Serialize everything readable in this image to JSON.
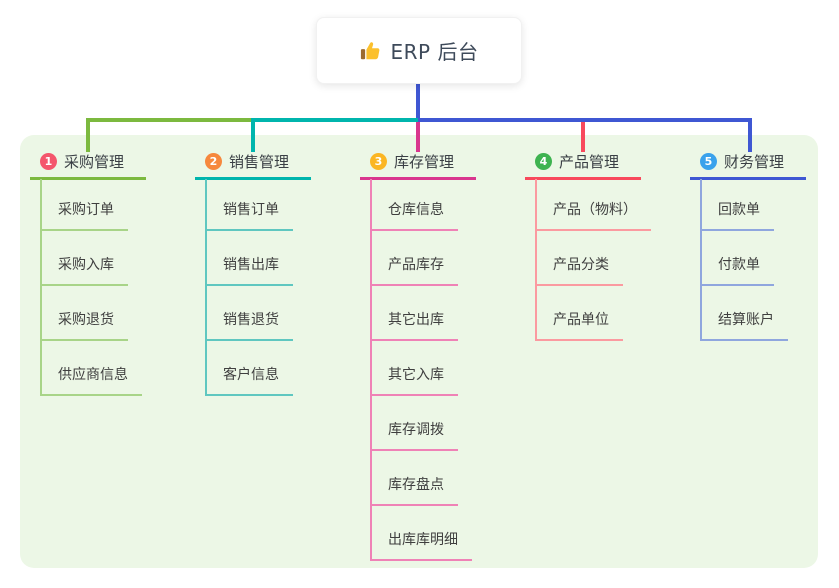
{
  "root": {
    "label": "ERP 后台",
    "icon": "thumbs-up",
    "stem_color": "#3f57d3"
  },
  "panel": {
    "background": "#ecf7e6"
  },
  "branches": [
    {
      "num": "1",
      "title": "采购管理",
      "badge_color": "#f4566c",
      "line_color": "#7cb93f",
      "sub_color": "#a8d488",
      "items": [
        "采购订单",
        "采购入库",
        "采购退货",
        "供应商信息"
      ]
    },
    {
      "num": "2",
      "title": "销售管理",
      "badge_color": "#f6883d",
      "line_color": "#00b5ad",
      "sub_color": "#5fc7c0",
      "items": [
        "销售订单",
        "销售出库",
        "销售退货",
        "客户信息"
      ]
    },
    {
      "num": "3",
      "title": "库存管理",
      "badge_color": "#fbb623",
      "line_color": "#d9368e",
      "sub_color": "#ef82b6",
      "items": [
        "仓库信息",
        "产品库存",
        "其它出库",
        "其它入库",
        "库存调拨",
        "库存盘点",
        "出库库明细"
      ]
    },
    {
      "num": "4",
      "title": "产品管理",
      "badge_color": "#3eb350",
      "line_color": "#f8495c",
      "sub_color": "#fb9aa0",
      "items": [
        "产品（物料）",
        "产品分类",
        "产品单位"
      ]
    },
    {
      "num": "5",
      "title": "财务管理",
      "badge_color": "#3aa2ec",
      "line_color": "#3f57d3",
      "sub_color": "#8fa6de",
      "items": [
        "回款单",
        "付款单",
        "结算账户"
      ]
    }
  ]
}
